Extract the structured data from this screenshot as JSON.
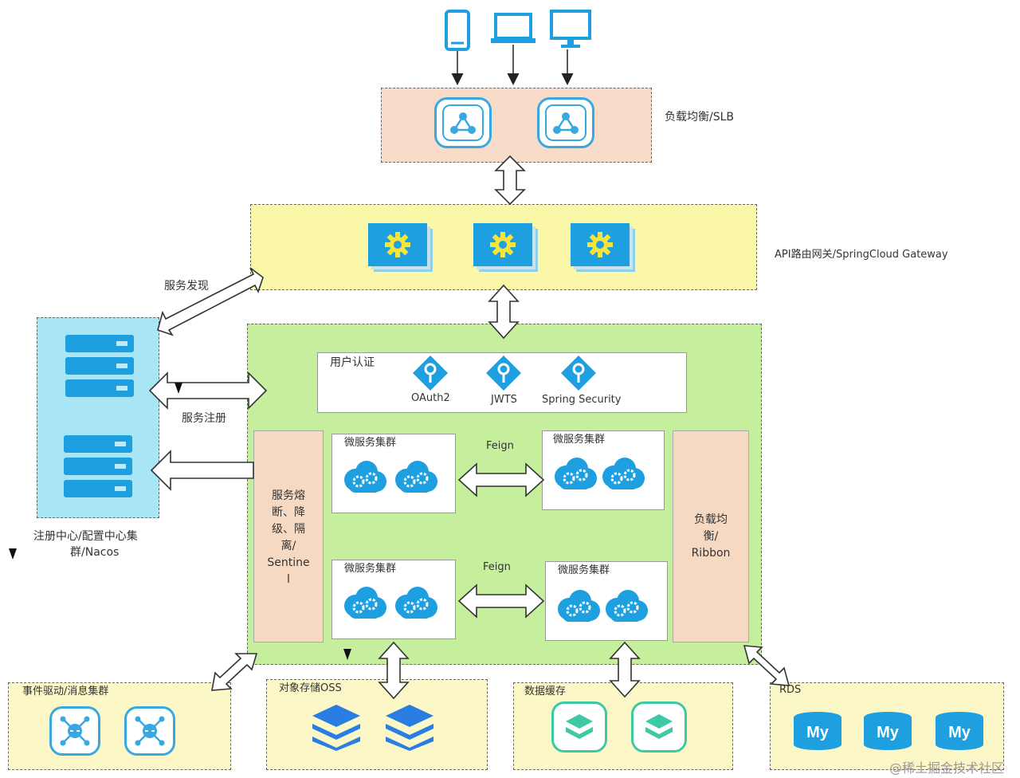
{
  "clients": [
    "phone-icon",
    "laptop-icon",
    "monitor-icon"
  ],
  "slb": {
    "label": "负载均衡/SLB"
  },
  "gateway": {
    "label": "API路由网关/SpringCloud Gateway"
  },
  "discovery": {
    "label": "服务发现",
    "register_label": "服务注册"
  },
  "nacos": {
    "label_line1": "注册中心/配置中心集",
    "label_line2": "群/Nacos"
  },
  "auth": {
    "label": "用户认证",
    "items": [
      "OAuth2",
      "JWTS",
      "Spring Security"
    ]
  },
  "sentinel": {
    "lines": [
      "服务熔",
      "断、降",
      "级、隔",
      "离/",
      "Sentine",
      "l"
    ]
  },
  "ribbon": {
    "lines": [
      "负载均",
      "衡/",
      "Ribbon"
    ]
  },
  "clusters": [
    {
      "label": "微服务集群"
    },
    {
      "label": "微服务集群"
    },
    {
      "label": "微服务集群"
    },
    {
      "label": "微服务集群"
    }
  ],
  "feign": [
    "Feign",
    "Feign"
  ],
  "bottom": {
    "mq": "事件驱动/消息集群",
    "oss": "对象存储OSS",
    "cache": "数据缓存",
    "rds": "RDS",
    "mysql_label": "My"
  },
  "watermark": "@稀土掘金技术社区",
  "colors": {
    "blue": "#1e9fe0",
    "slb_bg": "#f8dcc9",
    "gateway_bg": "#fbf7a8",
    "core_bg": "#c5ef9d",
    "nacos_bg": "#a8e6f5",
    "bottom_bg": "#fbf7c6",
    "cache_green": "#3ec9a6"
  }
}
